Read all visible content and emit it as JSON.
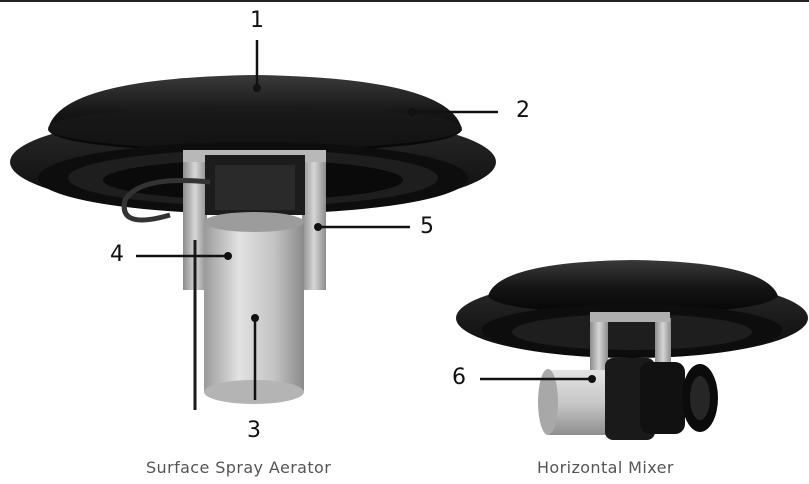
{
  "callouts": [
    {
      "id": "1",
      "label": "1"
    },
    {
      "id": "2",
      "label": "2"
    },
    {
      "id": "3",
      "label": "3"
    },
    {
      "id": "4",
      "label": "4"
    },
    {
      "id": "5",
      "label": "5"
    },
    {
      "id": "6",
      "label": "6"
    }
  ],
  "captions": {
    "left": "Surface Spray Aerator",
    "right": "Horizontal Mixer"
  }
}
